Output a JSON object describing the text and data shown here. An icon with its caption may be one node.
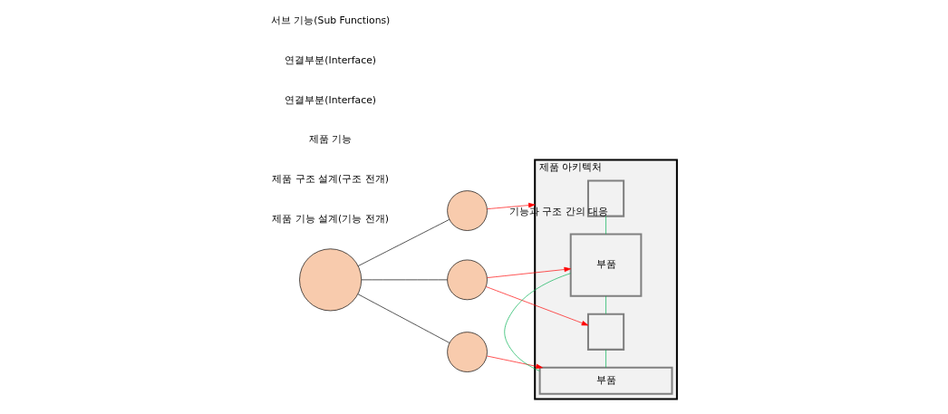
{
  "diagram": {
    "nodes": [
      {
        "text": [],
        "shape": "circle"
      },
      {
        "text": [],
        "shape": "circle"
      },
      {
        "text": [],
        "shape": "circle"
      },
      {
        "text": [],
        "shape": "circle"
      },
      {
        "text": [
          "제품 아키텍처"
        ]
      },
      {
        "text": [],
        "shape": "box",
        "in": 4
      },
      {
        "text": [
          "부품"
        ],
        "in": 4
      },
      {
        "text": [],
        "shape": "box",
        "in": 4
      },
      {
        "text": [
          "부품"
        ],
        "in": 4
      }
    ],
    "edges": [
      {
        "from": 0,
        "to": 1,
        "arrow": "none",
        "color": "#000000"
      },
      {
        "from": 0,
        "to": 2,
        "arrow": "none",
        "color": "#000000"
      },
      {
        "from": 0,
        "to": 3,
        "arrow": "none",
        "color": "#000000"
      },
      {
        "from": 1,
        "to": 4,
        "arrow": "to",
        "label": "기능과 구조 간의 대응",
        "color": "#ff0000"
      },
      {
        "from": 2,
        "to": 6,
        "arrow": "to",
        "color": "#ff0000"
      },
      {
        "from": 2,
        "to": 7,
        "arrow": "to",
        "color": "#ff0000"
      },
      {
        "from": 3,
        "to": 8,
        "arrow": "to",
        "color": "#ff0000"
      },
      {
        "from": 5,
        "to": 6,
        "arrow": "none",
        "color": "#00b050"
      },
      {
        "from": 7,
        "to": 6,
        "arrow": "none",
        "color": "#00b050"
      },
      {
        "from": 7,
        "to": 8,
        "arrow": "none",
        "color": "#00b050"
      },
      {
        "from": 6,
        "to": 8,
        "arrow": "none",
        "color": "#00b050"
      }
    ],
    "labels": [
      "제품 기능 설계(기능 전개)",
      "제품 구조 설계(구조 전개)",
      "제품 기능",
      "연결부분(Interface)",
      "연결부분(Interface)",
      "서브 기능(Sub Functions)"
    ]
  }
}
